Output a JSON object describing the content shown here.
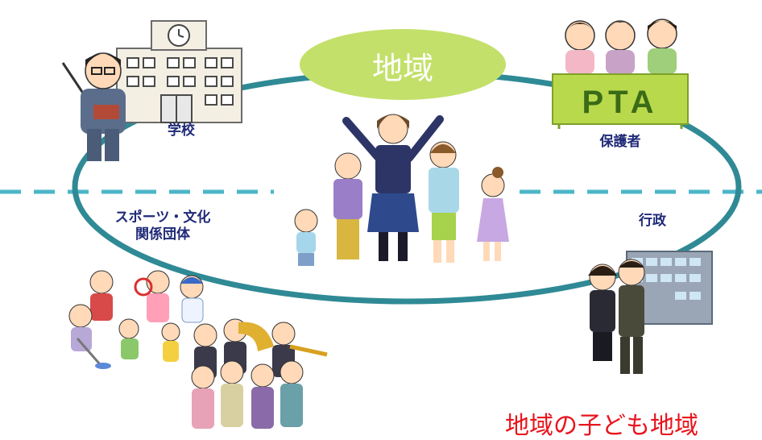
{
  "center": {
    "title": "地域"
  },
  "nodes": {
    "school": "学校",
    "parents": "保護者",
    "sports_culture_line1": "スポーツ・文化",
    "sports_culture_line2": "関係団体",
    "government": "行政"
  },
  "pta_sign": "PTA",
  "footer_text": "地域の子ども地域",
  "colors": {
    "ring": "#2f8a95",
    "dash": "#4bb6c8",
    "ellipse": "#c3e06a",
    "label": "#1f2a78",
    "footer": "#e8141c",
    "pta_board": "#b9d94c",
    "pta_text": "#3a6b17"
  }
}
